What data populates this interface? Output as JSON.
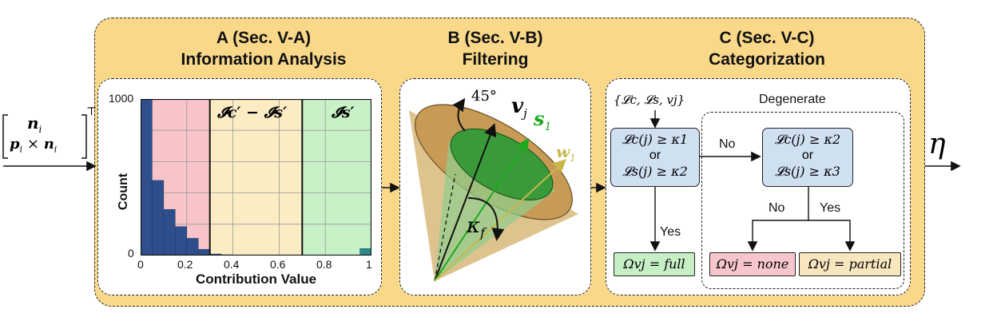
{
  "input": {
    "row1": "n",
    "row1_sub": "i",
    "row2_a": "p",
    "row2_a_sub": "i",
    "row2_op": "×",
    "row2_b": "n",
    "row2_b_sub": "i",
    "transpose": "⊤"
  },
  "output": {
    "symbol": "η"
  },
  "section_a": {
    "title_line1": "A (Sec. V-A)",
    "title_line2": "Information Analysis",
    "ylabel": "Count",
    "xlabel": "Contribution Value",
    "region_mid_label": "𝓘c′ − 𝓘s′",
    "region_right_label": "𝓘s′",
    "y_ticks": [
      "1000",
      "0"
    ],
    "x_ticks": [
      "0",
      "0.2",
      "0.4",
      "0.6",
      "0.8",
      "1"
    ]
  },
  "section_b": {
    "title_line1": "B (Sec. V-B)",
    "title_line2": "Filtering",
    "angle_label": "45°",
    "v_label": "v",
    "v_sub": "j",
    "s_label": "s",
    "s_sub": "1",
    "w_label": "w",
    "w_sub": "1",
    "kappa_label": "κ",
    "kappa_sub": "f"
  },
  "section_c": {
    "title_line1": "C (Sec. V-C)",
    "title_line2": "Categorization",
    "input_set": "{𝓛c, 𝓛s, vj}",
    "degenerate_label": "Degenerate",
    "cond1_line1": "𝓛c(j) ≥ κ1",
    "cond1_or": "or",
    "cond1_line2": "𝓛s(j) ≥ κ2",
    "cond2_line1": "𝓛c(j) ≥ κ2",
    "cond2_or": "or",
    "cond2_line2": "𝓛s(j) ≥ κ3",
    "no_label_1": "No",
    "no_label_2": "No",
    "yes_label_1": "Yes",
    "yes_label_2": "Yes",
    "out_full": "Ωvj = full",
    "out_none": "Ωvj = none",
    "out_partial": "Ωvj = partial"
  },
  "chart_data": {
    "type": "bar",
    "xlabel": "Contribution Value",
    "ylabel": "Count",
    "xlim": [
      0,
      1
    ],
    "ylim": [
      0,
      1000
    ],
    "bin_width": 0.05,
    "x": [
      0.025,
      0.075,
      0.125,
      0.175,
      0.225,
      0.275,
      0.325,
      0.375,
      0.425,
      0.475,
      0.525,
      0.575,
      0.625,
      0.675,
      0.725,
      0.775,
      0.825,
      0.875,
      0.925,
      0.975
    ],
    "values": [
      1000,
      480,
      295,
      185,
      110,
      40,
      10,
      5,
      3,
      2,
      2,
      2,
      1,
      1,
      1,
      1,
      1,
      1,
      2,
      45
    ],
    "regions": [
      {
        "name": "pink",
        "from": 0.0,
        "to": 0.3,
        "color": "#f7c4c9"
      },
      {
        "name": "yellow",
        "from": 0.3,
        "to": 0.7,
        "color": "#fbecc4"
      },
      {
        "name": "green",
        "from": 0.7,
        "to": 1.0,
        "color": "#c9f1c8"
      }
    ],
    "bar_color": "#2e4f8c",
    "last_bar_color": "#2b8a8a",
    "grid": true
  },
  "colors": {
    "outer_bg": "#f9d88a",
    "panel_bg": "#ffffff",
    "node_blue": "#cfe0f1",
    "node_green": "#c6efc6",
    "node_pink": "#f7c6cc",
    "node_yellow": "#f8e6bf",
    "s_green": "#1fa81f",
    "w_yellow": "#c8b84a"
  }
}
